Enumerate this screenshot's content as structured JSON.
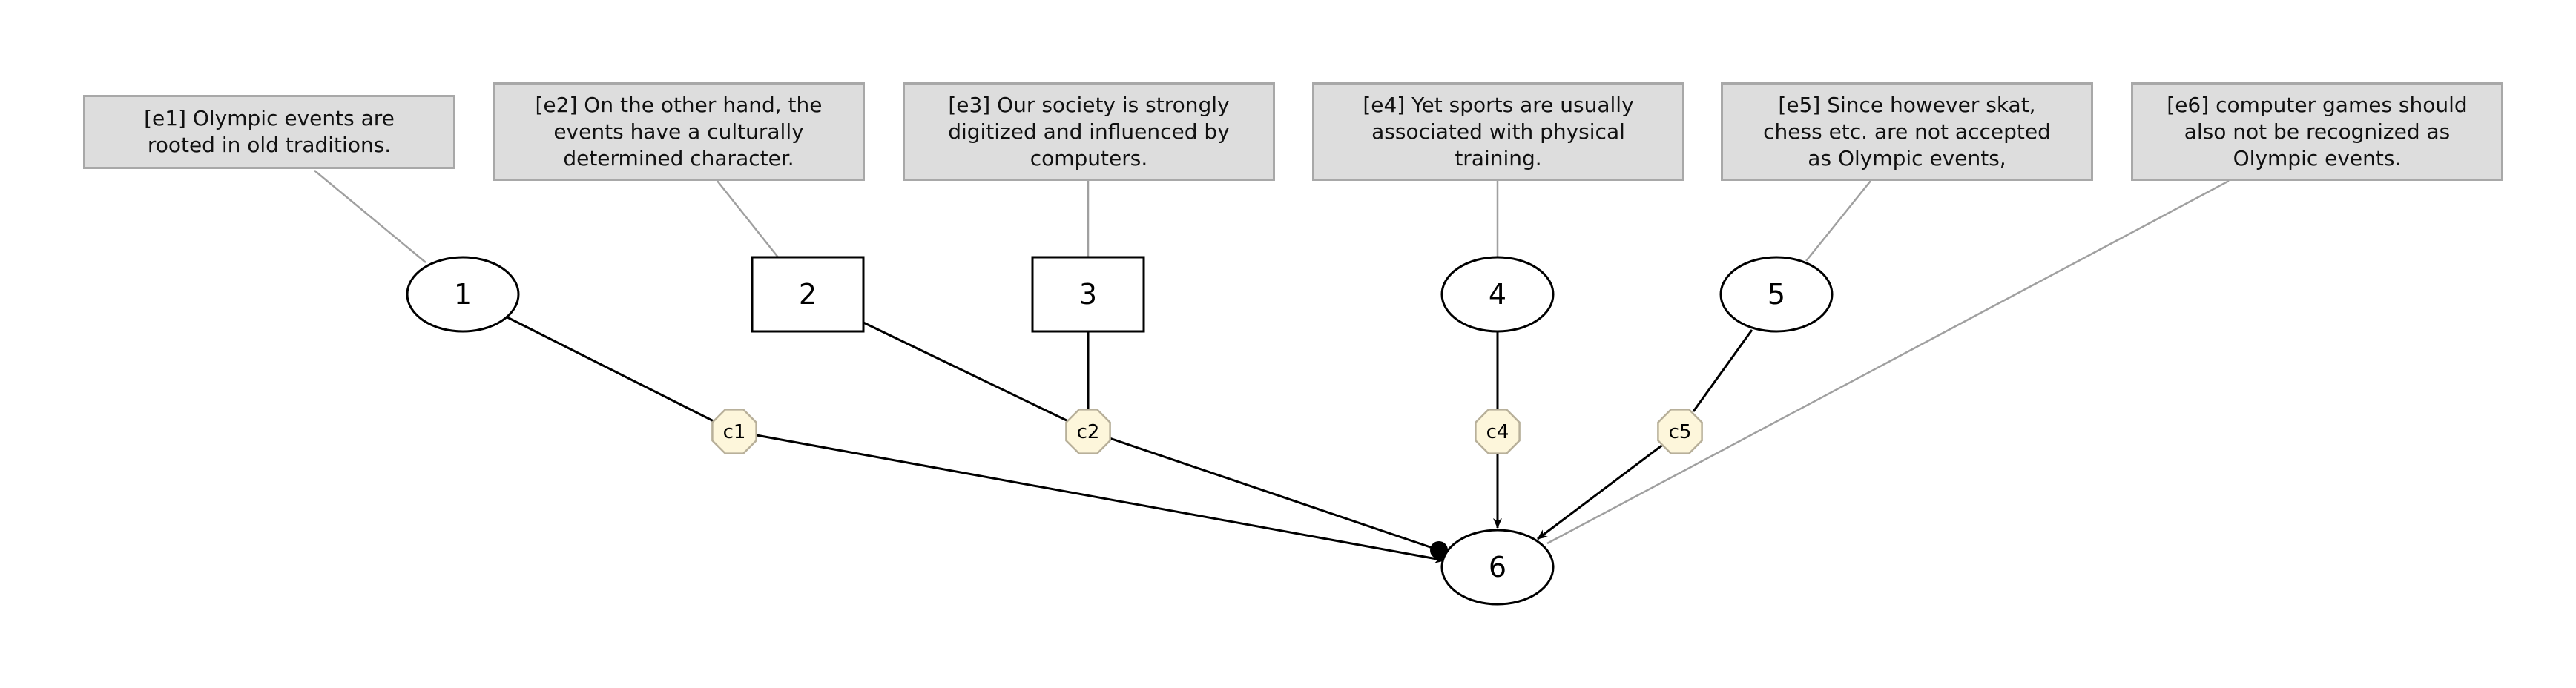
{
  "units": [
    {
      "id": "e1",
      "text": "[e1] Olympic events are rooted in old traditions."
    },
    {
      "id": "e2",
      "text": "[e2] On the other hand, the events have a culturally determined character."
    },
    {
      "id": "e3",
      "text": "[e3] Our society is strongly digitized and influenced by computers."
    },
    {
      "id": "e4",
      "text": "[e4] Yet sports are usually associated with physical training."
    },
    {
      "id": "e5",
      "text": "[e5] Since however skat, chess etc. are not accepted as Olympic events,"
    },
    {
      "id": "e6",
      "text": "[e6] computer games should also not be recognized as Olympic events."
    }
  ],
  "nodes": [
    {
      "id": "1",
      "label": "1",
      "shape": "ellipse"
    },
    {
      "id": "2",
      "label": "2",
      "shape": "box"
    },
    {
      "id": "3",
      "label": "3",
      "shape": "box"
    },
    {
      "id": "4",
      "label": "4",
      "shape": "ellipse"
    },
    {
      "id": "5",
      "label": "5",
      "shape": "ellipse"
    },
    {
      "id": "6",
      "label": "6",
      "shape": "ellipse"
    }
  ],
  "connectors": [
    {
      "id": "c1",
      "label": "c1"
    },
    {
      "id": "c2",
      "label": "c2"
    },
    {
      "id": "c4",
      "label": "c4"
    },
    {
      "id": "c5",
      "label": "c5"
    }
  ],
  "edges": [
    {
      "from": "e1",
      "to": "1",
      "kind": "anchor"
    },
    {
      "from": "e2",
      "to": "2",
      "kind": "anchor"
    },
    {
      "from": "e3",
      "to": "3",
      "kind": "anchor"
    },
    {
      "from": "e4",
      "to": "4",
      "kind": "anchor"
    },
    {
      "from": "e5",
      "to": "5",
      "kind": "anchor"
    },
    {
      "from": "e6",
      "to": "6",
      "kind": "anchor"
    },
    {
      "from": "1",
      "to": "c1",
      "kind": "plain"
    },
    {
      "from": "c1",
      "to": "6",
      "kind": "arrow"
    },
    {
      "from": "2",
      "to": "c2",
      "kind": "plain"
    },
    {
      "from": "3",
      "to": "c2",
      "kind": "plain"
    },
    {
      "from": "c2",
      "to": "6",
      "kind": "dot"
    },
    {
      "from": "4",
      "to": "c4",
      "kind": "plain"
    },
    {
      "from": "c4",
      "to": "6",
      "kind": "arrow"
    },
    {
      "from": "5",
      "to": "c5",
      "kind": "plain"
    },
    {
      "from": "c5",
      "to": "6",
      "kind": "arrow"
    }
  ],
  "colors": {
    "unit_fill": "#dddddd",
    "unit_border": "#a8a8a8",
    "anchor_line": "#a0a0a0",
    "connector_fill": "#fdf6db",
    "connector_border": "#b8b09a",
    "edge": "#000000"
  }
}
